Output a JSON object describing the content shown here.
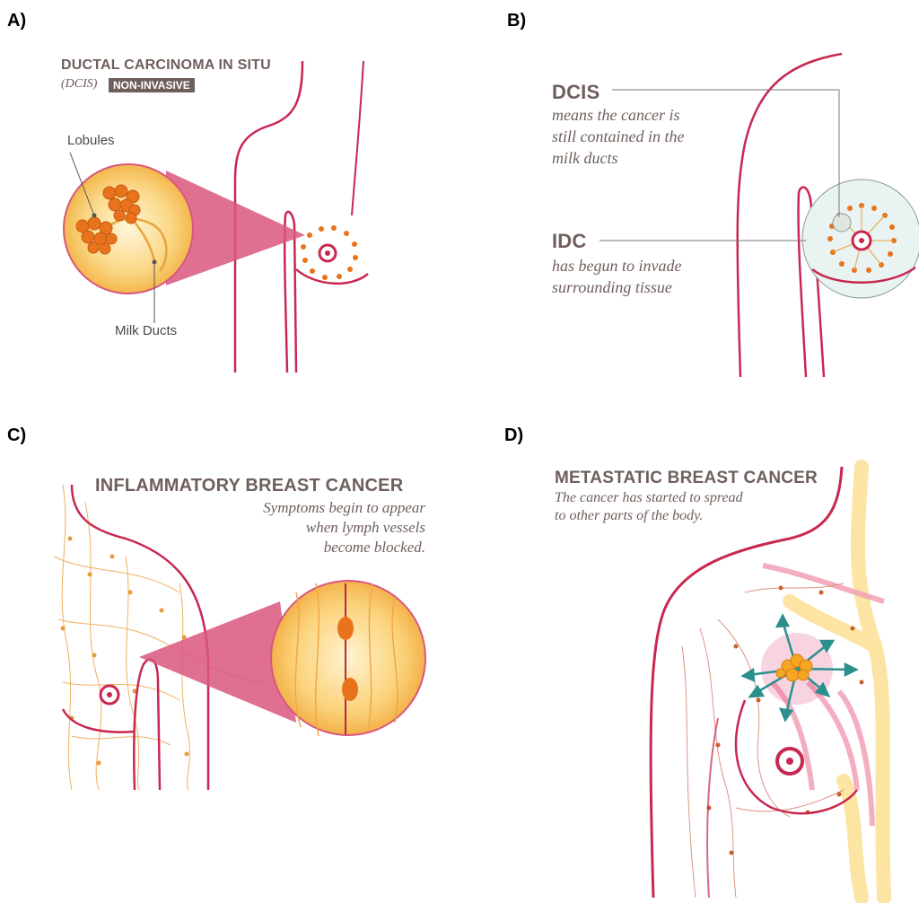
{
  "panels": {
    "a": {
      "label": "A)",
      "title": "DUCTAL CARCINOMA IN SITU",
      "abbrev": "(DCIS)",
      "badge": "NON-INVASIVE",
      "lobules": "Lobules",
      "ducts": "Milk Ducts"
    },
    "b": {
      "label": "B)",
      "dcis_title": "DCIS",
      "dcis_line1": "means the cancer is",
      "dcis_line2": "still contained in the",
      "dcis_line3": "milk ducts",
      "idc_title": "IDC",
      "idc_line1": "has begun to invade",
      "idc_line2": "surrounding tissue"
    },
    "c": {
      "label": "C)",
      "title": "INFLAMMATORY BREAST CANCER",
      "line1": "Symptoms begin to appear",
      "line2": "when lymph vessels",
      "line3": "become blocked."
    },
    "d": {
      "label": "D)",
      "title": "METASTATIC BREAST CANCER",
      "line1": "The cancer has started to spread",
      "line2": "to other parts of the body."
    }
  },
  "colors": {
    "outline": "#c8284f",
    "text": "#6e5f5b",
    "gland": "#f7c766",
    "tumor": "#e8731c",
    "pink": "#d9577e",
    "arrow": "#2b8f8c"
  }
}
